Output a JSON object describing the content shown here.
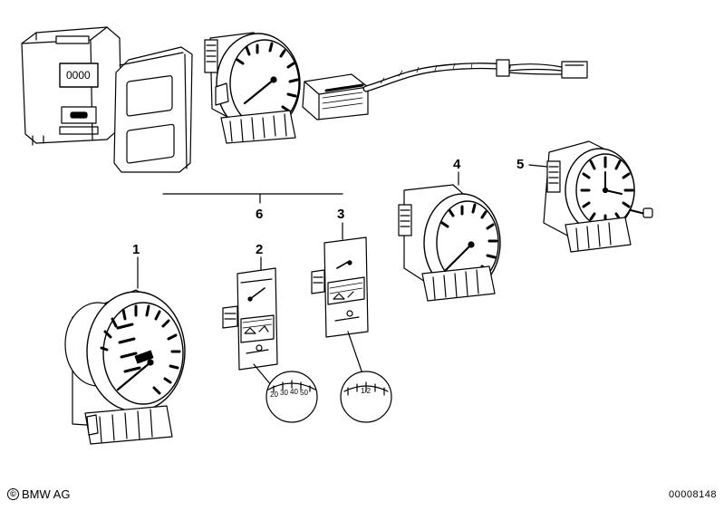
{
  "callouts": {
    "c1": "1",
    "c2": "2",
    "c3": "3",
    "c4": "4",
    "c5": "5",
    "c6": "6"
  },
  "display_digits": "0000",
  "zoom_scale_2": [
    "20",
    "30",
    "40",
    "50"
  ],
  "zoom_scale_3": [
    "1/2"
  ],
  "footer": {
    "copyright_symbol": "©",
    "brand": "BMW AG",
    "diagram_number": "00008148"
  }
}
